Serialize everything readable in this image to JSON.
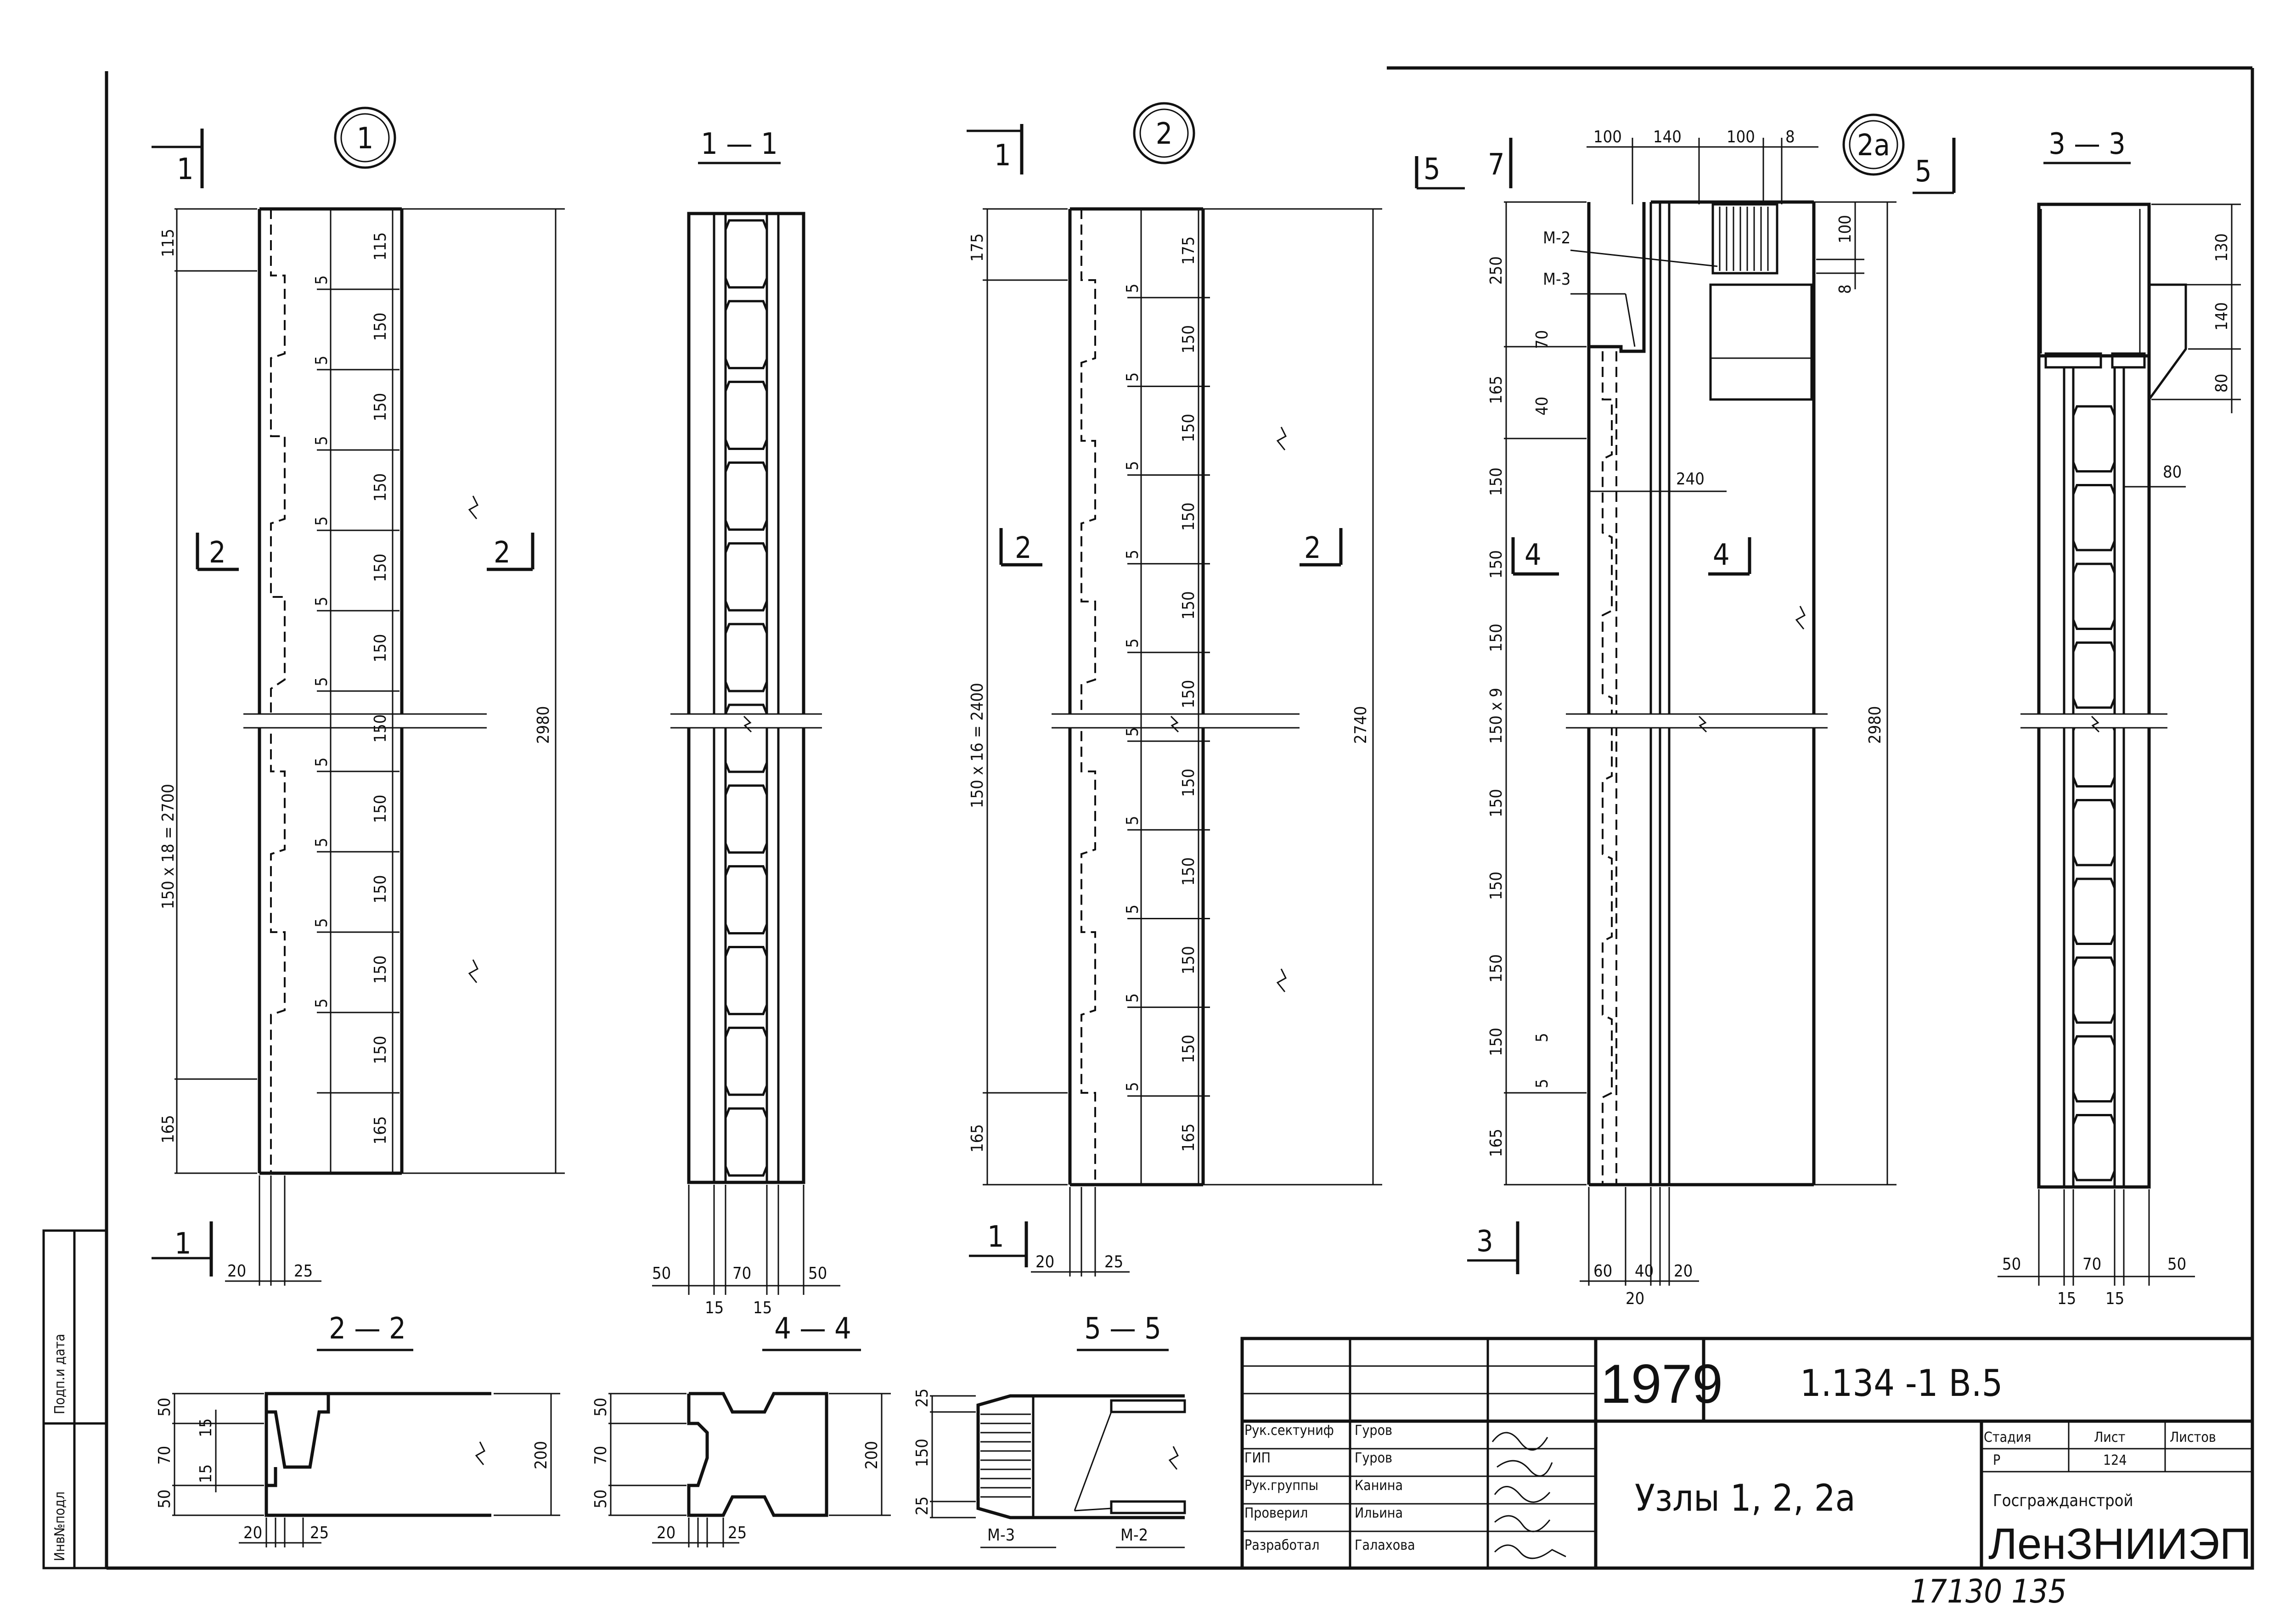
{
  "views": {
    "node1": {
      "marker": "1",
      "sec_cut_top": "1",
      "sec_cut_bottom": "1",
      "sec_side_left": "2",
      "sec_side_right": "2",
      "dims_vert": [
        "115",
        "150 x 18 = 2700",
        "165"
      ],
      "dims_steps": [
        "115",
        "150",
        "150",
        "150",
        "150",
        "150",
        "150",
        "150",
        "150",
        "150",
        "150",
        "165"
      ],
      "dims_five": [
        "5",
        "5",
        "5",
        "5",
        "5",
        "5",
        "5",
        "5",
        "5",
        "5"
      ],
      "overall": "2980",
      "dims_bottom": [
        "20",
        "25"
      ]
    },
    "section11": {
      "title": "1 — 1",
      "dims_bottom": [
        "50",
        "70",
        "50"
      ],
      "dims_sub": [
        "15",
        "15"
      ]
    },
    "node2": {
      "marker": "2",
      "sec_cut_top": "1",
      "sec_cut_bottom": "1",
      "sec_side_left": "2",
      "sec_side_right": "2",
      "dims_vert": [
        "175",
        "150 x 16 = 2400",
        "165"
      ],
      "dims_steps": [
        "175",
        "150",
        "150",
        "150",
        "150",
        "150",
        "150",
        "150",
        "150",
        "150",
        "165"
      ],
      "dims_five": [
        "5",
        "5",
        "5",
        "5",
        "5",
        "5",
        "5",
        "5",
        "5",
        "5"
      ],
      "overall": "2740",
      "dims_bottom": [
        "20",
        "25"
      ]
    },
    "node2a": {
      "marker": "2a",
      "sec_cut_top": "5",
      "sec_cut_top_right": "5",
      "sec_cut_left": "7",
      "sec_cut_bottom": "3",
      "sec_side_left": "4",
      "sec_side_right": "4",
      "dims_top": [
        "100",
        "140",
        "100",
        "8"
      ],
      "labels": [
        "M-2",
        "M-3"
      ],
      "dims_left": [
        "250",
        "165",
        "40",
        "70",
        "150",
        "150",
        "150",
        "150 x 9",
        "150",
        "150",
        "150",
        "150",
        "5",
        "5",
        "165"
      ],
      "dims_right_small": [
        "100",
        "8"
      ],
      "dim_240": "240",
      "overall": "2980",
      "dims_bottom": [
        "60",
        "40",
        "20",
        "20"
      ]
    },
    "section33": {
      "title": "3 — 3",
      "dims_right": [
        "130",
        "140",
        "80"
      ],
      "dim_80": "80",
      "dims_bottom": [
        "50",
        "70",
        "50"
      ],
      "dims_sub": [
        "15",
        "15"
      ]
    },
    "section22": {
      "title": "2 — 2",
      "dims_left": [
        "50",
        "70",
        "50"
      ],
      "dims_inner": [
        "15",
        "15"
      ],
      "height": "200",
      "dims_bottom": [
        "20",
        "25"
      ]
    },
    "section44": {
      "title": "4 — 4",
      "dims_left": [
        "50",
        "70",
        "50"
      ],
      "height": "200",
      "dims_bottom": [
        "20",
        "25"
      ]
    },
    "section55": {
      "title": "5 — 5",
      "dims_left": [
        "25",
        "150",
        "25"
      ],
      "labels": [
        "M-3",
        "M-2"
      ]
    }
  },
  "side_stamp": {
    "cells": [
      "Инв№подл",
      "Подп.и дата"
    ]
  },
  "title_block": {
    "year": "1979",
    "code": "1.134 -1 В.5",
    "roles": [
      "Рук.сектуниф",
      "ГИП",
      "Рук.группы",
      "Проверил",
      "Разработал"
    ],
    "names": [
      "Гуров",
      "Гуров",
      "Канина",
      "Ильина",
      "Галахова"
    ],
    "signatures": [
      "",
      "",
      "",
      "",
      ""
    ],
    "drawing_title": "Узлы   1, 2, 2а",
    "stage_headers": [
      "Стадия",
      "Лист",
      "Листов"
    ],
    "stage_values": [
      "Р",
      "124",
      ""
    ],
    "org_line1": "Госгражданстрой",
    "org_line2": "ЛенЗНИИЭП"
  },
  "stamp_number": "17130  135"
}
